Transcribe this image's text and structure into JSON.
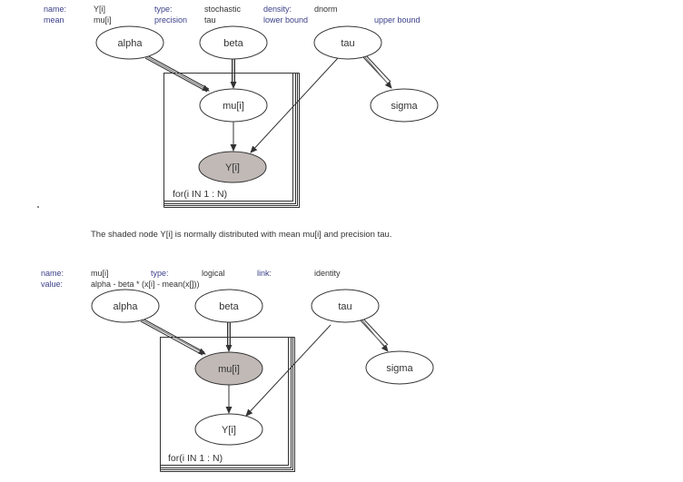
{
  "diagram1": {
    "properties": {
      "row1": [
        {
          "label": "name:",
          "value": "Y[i]"
        },
        {
          "label": "type:",
          "value": "stochastic"
        },
        {
          "label": "density:",
          "value": "dnorm"
        }
      ],
      "row2": [
        {
          "label": "mean",
          "value": "mu[i]"
        },
        {
          "label": "precision",
          "value": "tau"
        },
        {
          "label": "lower bound",
          "value": ""
        },
        {
          "label": "upper bound",
          "value": ""
        }
      ]
    },
    "nodes": {
      "alpha": "alpha",
      "beta": "beta",
      "tau": "tau",
      "mu": "mu[i]",
      "y": "Y[i]",
      "sigma": "sigma"
    },
    "shaded_node": "Y[i]",
    "plate_label": "for(i IN 1 : N)"
  },
  "caption": "The shaded node Y[i] is normally distributed with mean mu[i] and precision tau.",
  "diagram2": {
    "properties": {
      "row1": [
        {
          "label": "name:",
          "value": "mu[i]"
        },
        {
          "label": "type:",
          "value": "logical"
        },
        {
          "label": "link:",
          "value": "identity"
        }
      ],
      "row2": [
        {
          "label": "value:",
          "value": "alpha - beta * (x[i] - mean(x[]))"
        }
      ]
    },
    "nodes": {
      "alpha": "alpha",
      "beta": "beta",
      "tau": "tau",
      "mu": "mu[i]",
      "y": "Y[i]",
      "sigma": "sigma"
    },
    "shaded_node": "mu[i]",
    "plate_label": "for(i IN 1 : N)"
  },
  "colors": {
    "label": "#3d418a",
    "shaded_fill": "#c0b9b6",
    "stroke": "#333333"
  }
}
